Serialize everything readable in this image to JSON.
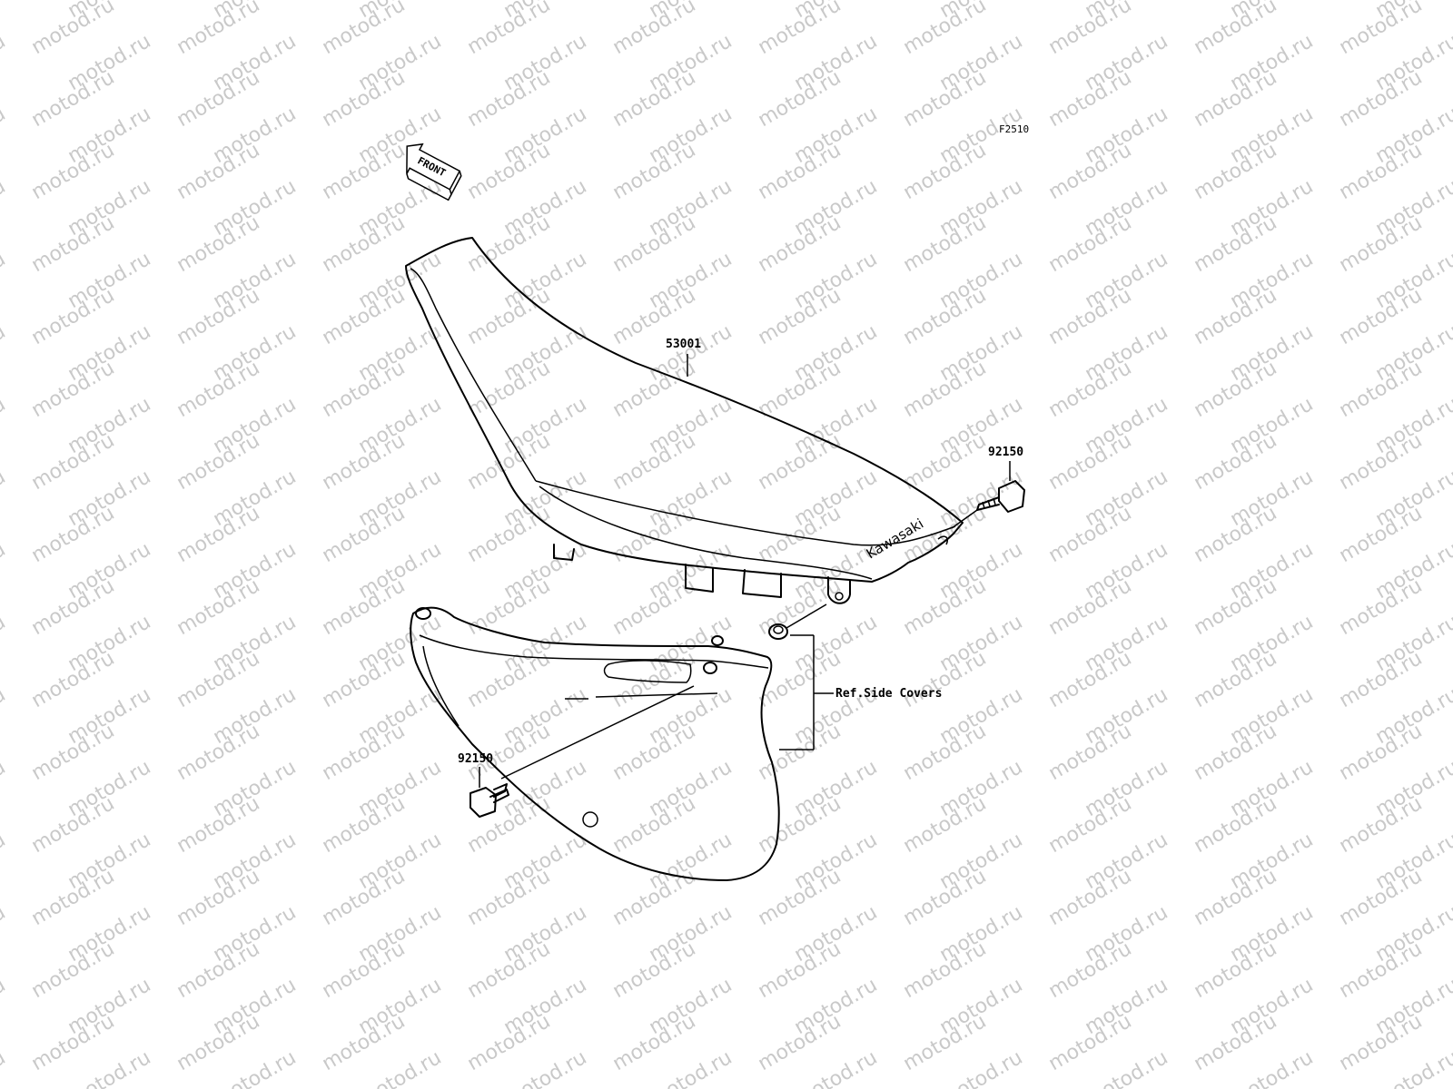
{
  "figure_code": "F2510",
  "front_arrow_label": "FRONT",
  "watermark_text": "motod.ru",
  "brand_on_seat": "Kawasaki",
  "callouts": {
    "seat": "53001",
    "bolt_rear": "92150",
    "bolt_front": "92150",
    "ref_side_covers": "Ref.Side Covers"
  },
  "colors": {
    "line": "#000000",
    "watermark": "#c9c9c9",
    "background": "#ffffff"
  }
}
